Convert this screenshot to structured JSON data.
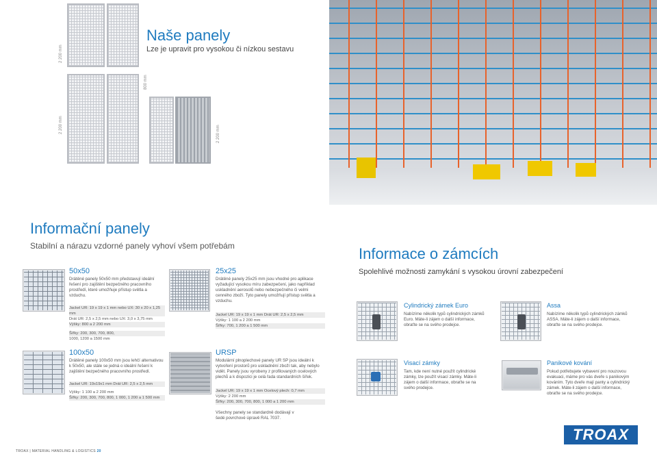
{
  "header": {
    "title": "Naše panely",
    "subtitle": "Lze je upravit pro vysokou či nízkou sestavu"
  },
  "dimensions": {
    "d1": "2 200 mm",
    "d2": "800 mm",
    "d3": "2 200 mm",
    "d4": "2 200 mm"
  },
  "info_panels": {
    "title": "Informační panely",
    "subtitle": "Stabilní a nárazu vzdorné panely vyhoví všem potřebám"
  },
  "products": {
    "p50x50": {
      "title": "50x50",
      "desc": "Drátěné panely 50x50 mm představují ideální řešení pro zajištění bezpečného pracovního prostředí, které umožňuje přístup světla a vzduchu.",
      "spec1": "Jackel UR: 19 x 19 x 1 mm nebo UX: 30 x 20 x 1,25 mm",
      "spec2": "Drát UR: 2,5 x 2,5 mm nebo UX: 3,0 x 3,75 mm",
      "spec3": "Výšky: 800 a 2 200 mm",
      "spec4": "Šířky: 200, 300, 700, 800,",
      "spec5": "1000, 1200 a 1500 mm"
    },
    "p25x25": {
      "title": "25x25",
      "desc": "Drátěné panely 25x25 mm jsou vhodné pro aplikace vyžadující vysokou míru zabezpečení, jako například uskladnění aerosolů nebo nebezpečného či velmi cenného zboží. Tyto panely umožňují přístup světla a vzduchu.",
      "spec1": "Jackel UR: 19 x 19 x 1 mm Drát UR: 2,5 x 2,5 mm",
      "spec2": "Výšky: 1 100 a 2 200 mm",
      "spec3": "Šířky: 700, 1 200 a 1 500 mm"
    },
    "p100x50": {
      "title": "100x50",
      "desc": "Drátěné panely 100x50 mm jsou lehčí alternativou k 50x50, ale stále se jedná o ideální řešení k zajištění bezpečného pracovního prostředí.",
      "spec1": "Jackel UR: 19x19x1 mm Drát UR: 2,5 x 2,5 mm",
      "spec2": "Výšky: 1 100 a 2 200 mm",
      "spec3": "Šířky: 200, 300, 700, 800, 1 000, 1 200 a 1 500 mm"
    },
    "ursp": {
      "title": "URSP",
      "desc": "Modulární plnoplechové panely UR SP jsou ideální k vytvoření prostorů pro uskladnění zboží tak, aby nebylo vidět. Panely jsou vyrobeny z profilovaných ocelových plechů a k dispozici je celá řada standardních šířek.",
      "spec1": "Jackel UR: 19 x 19 x 1 mm Ocelový plech: 0,7 mm",
      "spec2": "Výšky: 2 200 mm",
      "spec3": "Šířky: 200, 300, 700, 800, 1 000 a 1 200 mm"
    },
    "note": "Všechny panely se standardně dodávají v šedé povrchové úpravě RAL 7037."
  },
  "locks": {
    "title": "Informace o zámcích",
    "subtitle": "Spolehlivé možnosti zamykání s vysokou úrovní zabezpečení",
    "cyl": {
      "title": "Cylindrický zámek Euro",
      "desc": "Nabízíme několik typů cylindrických zámků Euro. Máte-li zájem o další informace, obraťte se na svého prodejce."
    },
    "assa": {
      "title": "Assa",
      "desc": "Nabízíme několik typů cylindrických zámků ASSA. Máte-li zájem o další informace, obraťte se na svého prodejce."
    },
    "pad": {
      "title": "Visací zámky",
      "desc": "Tam, kde není nutné použít cylindrické zámky, lze použít visací zámky. Máte-li zájem o další informace, obraťte se na svého prodejce."
    },
    "panic": {
      "title": "Panikové kování",
      "desc": "Pokud potřebujete vybavení pro nouzovou evakuaci, máme pro vás dveře s panikovým kováním. Tyto dveře mají panty a cylindrický zámek. Máte-li zájem o další informace, obraťte se na svého prodejce."
    }
  },
  "brand": "TROAX",
  "footer": {
    "brand": "TROAX",
    "section": "MATERIAL HANDLING & LOGISTICS",
    "page": "20"
  }
}
